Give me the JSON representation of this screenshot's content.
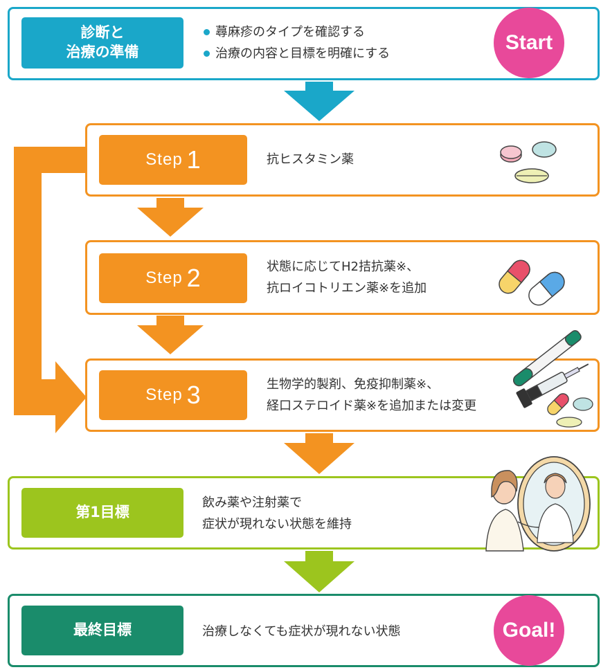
{
  "prep": {
    "label": "診断と\n治療の準備",
    "bullets": [
      "蕁麻疹のタイプを確認する",
      "治療の内容と目標を明確にする"
    ],
    "badge": "Start"
  },
  "steps": [
    {
      "word": "Step",
      "num": "1",
      "desc": "抗ヒスタミン薬"
    },
    {
      "word": "Step",
      "num": "2",
      "desc": "状態に応じてH2拮抗薬※、\n抗ロイコトリエン薬※を追加"
    },
    {
      "word": "Step",
      "num": "3",
      "desc": "生物学的製剤、免疫抑制薬※、\n経口ステロイド薬※を追加または変更"
    }
  ],
  "goal1": {
    "label": "第1目標",
    "desc": "飲み薬や注射薬で\n症状が現れない状態を維持"
  },
  "final": {
    "label": "最終目標",
    "desc": "治療しなくても症状が現れない状態",
    "badge": "Goal!"
  },
  "colors": {
    "blue": "#1aa7c9",
    "orange": "#f39321",
    "lime": "#9cc51e",
    "green": "#1a8c6b",
    "pink": "#e8499a"
  },
  "icons": [
    "pills-icon",
    "capsules-icon",
    "injection-pen-icon",
    "syringe-icon",
    "mirror-woman-illustration"
  ]
}
